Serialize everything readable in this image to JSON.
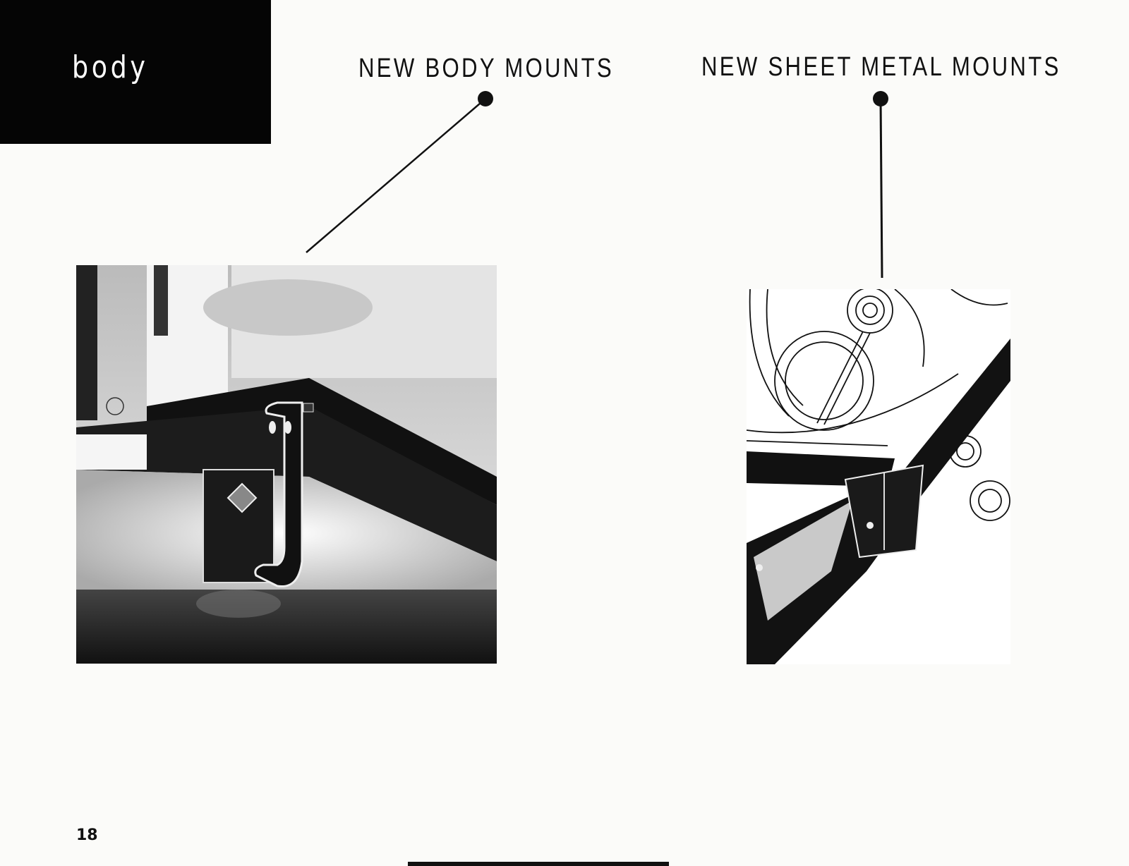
{
  "page": {
    "section_label": "body",
    "page_number": "18",
    "callouts": [
      {
        "title": "NEW BODY MOUNTS",
        "image_alt": "Photo of new body mount bracket on frame rail"
      },
      {
        "title": "NEW SHEET METAL MOUNTS",
        "image_alt": "Illustration of sheet metal mount bracket near engine"
      }
    ],
    "colors": {
      "ink": "#111111",
      "paper": "#fbfbf9",
      "tab_background": "#050505",
      "tab_text": "#ffffff"
    }
  }
}
